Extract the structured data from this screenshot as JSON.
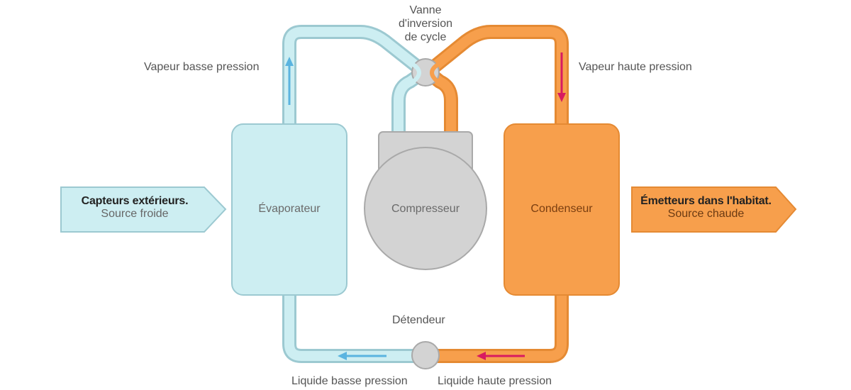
{
  "colors": {
    "cold_fill": "#cdeef2",
    "cold_stroke": "#9cc9d1",
    "hot_fill": "#f79f4c",
    "hot_stroke": "#e58a33",
    "grey_fill": "#d3d3d3",
    "grey_stroke": "#a9a9a9",
    "arrow_cold": "#5ab4e0",
    "arrow_hot": "#d81b60"
  },
  "labels": {
    "valve": "Vanne\nd'inversion\nde cycle",
    "vapor_low": "Vapeur basse pression",
    "vapor_high": "Vapeur haute pression",
    "evaporator": "Évaporateur",
    "compressor": "Compresseur",
    "condenser": "Condenseur",
    "expander": "Détendeur",
    "liquid_low": "Liquide basse pression",
    "liquid_high": "Liquide haute pression"
  },
  "source_cold": {
    "title": "Capteurs extérieurs.",
    "subtitle": "Source froide"
  },
  "source_hot": {
    "title": "Émetteurs dans l'habitat.",
    "subtitle": "Source chaude"
  },
  "icons": {
    "flow_arrows": "arrow-icon",
    "valve": "circle-valve-icon",
    "expander": "circle-expander-icon"
  }
}
